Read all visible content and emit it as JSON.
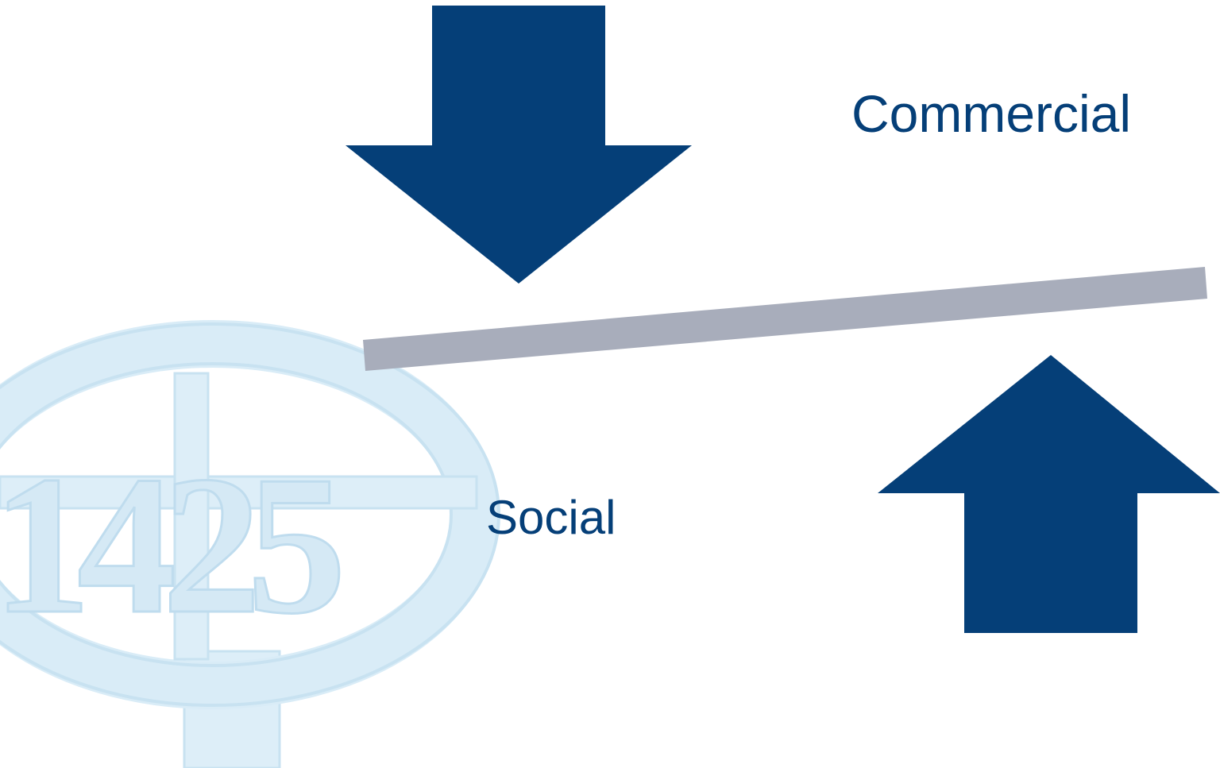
{
  "labels": {
    "commercial": "Commercial",
    "social": "Social"
  },
  "watermark": {
    "kind": "key-bow-emblem",
    "text": "1425",
    "color": "#dceef8",
    "outline_color": "#c6e1f1"
  },
  "colors": {
    "arrow": "#053f78",
    "beam": "#a8adbb",
    "text": "#053f78",
    "background": "#ffffff"
  },
  "arrows": [
    {
      "name": "down-arrow",
      "direction": "down"
    },
    {
      "name": "up-arrow",
      "direction": "up"
    }
  ]
}
